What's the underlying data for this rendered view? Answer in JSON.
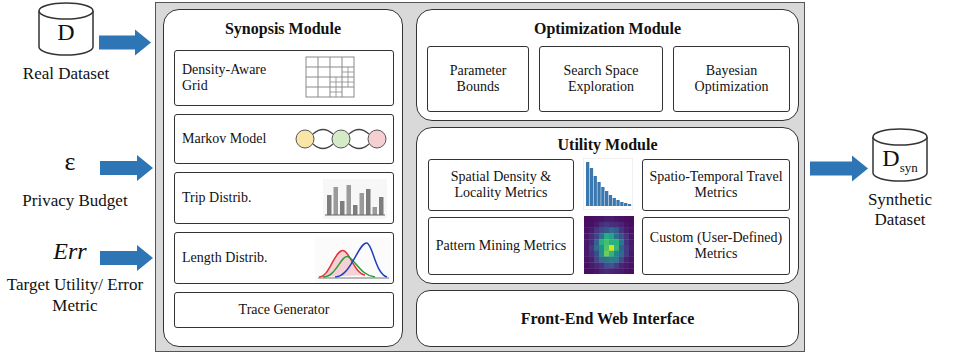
{
  "diagram": {
    "nodes": [
      {
        "text": [
          "D",
          "Real Dataset"
        ]
      },
      {
        "text": []
      },
      {
        "text": [
          "Synopsis Module"
        ],
        "in": 1
      },
      {
        "text": [
          "Density-Aware Grid"
        ],
        "in": 2
      },
      {
        "text": [
          "Markov Model"
        ],
        "in": 2
      },
      {
        "text": [
          "Trip Distrib."
        ],
        "in": 2
      },
      {
        "text": [
          "Length Distrib."
        ],
        "in": 2
      },
      {
        "text": [
          "Trace Generator"
        ],
        "in": 2
      },
      {
        "text": [
          "Optimization Module"
        ],
        "in": 1
      },
      {
        "text": [
          "Parameter Bounds"
        ],
        "in": 8
      },
      {
        "text": [
          "Search Space Exploration"
        ],
        "in": 8
      },
      {
        "text": [
          "Bayesian Optimization"
        ],
        "in": 8
      },
      {
        "text": [
          "Utility Module"
        ],
        "in": 1
      },
      {
        "text": [
          "Spatial Density & Locality Metrics"
        ],
        "in": 12
      },
      {
        "text": [
          "Spatio-Temporal Travel Metrics"
        ],
        "in": 12
      },
      {
        "text": [
          "Pattern Mining Metrics"
        ],
        "in": 12
      },
      {
        "text": [
          "Custom (User-Defined) Metrics"
        ],
        "in": 12
      },
      {
        "text": [
          "Front-End Web Interface"
        ],
        "in": 1
      },
      {
        "text": [
          "D",
          "syn",
          "Synthetic Dataset"
        ]
      }
    ],
    "edges": [
      {
        "from": 0,
        "to": 1,
        "arrow": "to"
      },
      {
        "from": 1,
        "to": 18,
        "arrow": "to"
      }
    ],
    "labels": [
      "ε",
      "Privacy Budget",
      "Err",
      "Target Utility/ Error Metric"
    ]
  }
}
